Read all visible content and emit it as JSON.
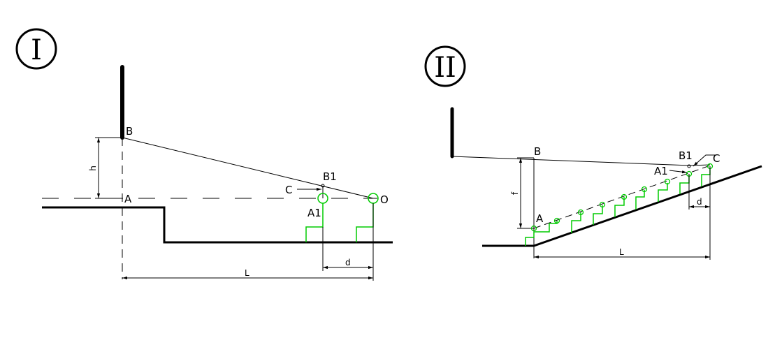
{
  "panel1": {
    "roman": "I",
    "labels": {
      "B": "B",
      "h": "h",
      "A": "A",
      "B1": "B1",
      "C": "C",
      "A1": "A1",
      "O": "O",
      "d": "d",
      "L": "L"
    }
  },
  "panel2": {
    "roman": "II",
    "labels": {
      "B": "B",
      "B1": "B1",
      "C": "C",
      "A1": "A1",
      "f": "f",
      "A": "A",
      "d": "d",
      "L": "L"
    }
  },
  "colors": {
    "line": "#000000",
    "stair": "#00cc00"
  }
}
